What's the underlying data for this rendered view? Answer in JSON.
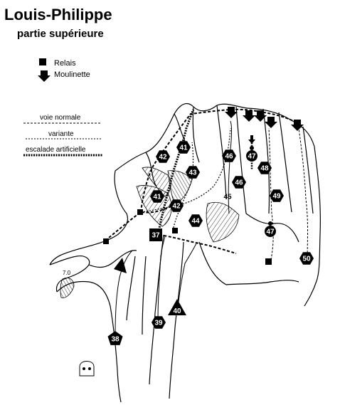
{
  "title": "Louis-Philippe",
  "subtitle": "partie supérieure",
  "legend": {
    "relais": "Relais",
    "moulinette": "Moulinette",
    "voie_normale": "voie normale",
    "variante": "variante",
    "escalade_artificielle": "escalade artificielle"
  },
  "rock_note": "7.0",
  "routes": [
    {
      "id": "r41a",
      "label": "41",
      "shape": "hexagon"
    },
    {
      "id": "r42a",
      "label": "42",
      "shape": "hexagon"
    },
    {
      "id": "r43",
      "label": "43",
      "shape": "hexagon"
    },
    {
      "id": "r46a",
      "label": "46",
      "shape": "hexagon"
    },
    {
      "id": "r47a",
      "label": "47",
      "shape": "circle"
    },
    {
      "id": "r48a",
      "label": "48",
      "shape": "hexagon"
    },
    {
      "id": "r46b",
      "label": "46",
      "shape": "hexagon"
    },
    {
      "id": "r45",
      "label": "45",
      "shape": "text"
    },
    {
      "id": "r49",
      "label": "49",
      "shape": "hexagon"
    },
    {
      "id": "r41b",
      "label": "41",
      "shape": "hexagon"
    },
    {
      "id": "r42b",
      "label": "42",
      "shape": "hexagon"
    },
    {
      "id": "r44",
      "label": "44",
      "shape": "hexagon"
    },
    {
      "id": "r37",
      "label": "37",
      "shape": "square"
    },
    {
      "id": "r47b",
      "label": "47",
      "shape": "circle"
    },
    {
      "id": "r50",
      "label": "50",
      "shape": "hexagon"
    },
    {
      "id": "r40",
      "label": "40",
      "shape": "triangle"
    },
    {
      "id": "r39",
      "label": "39",
      "shape": "hexagon"
    },
    {
      "id": "r38",
      "label": "38",
      "shape": "pentagon"
    }
  ]
}
